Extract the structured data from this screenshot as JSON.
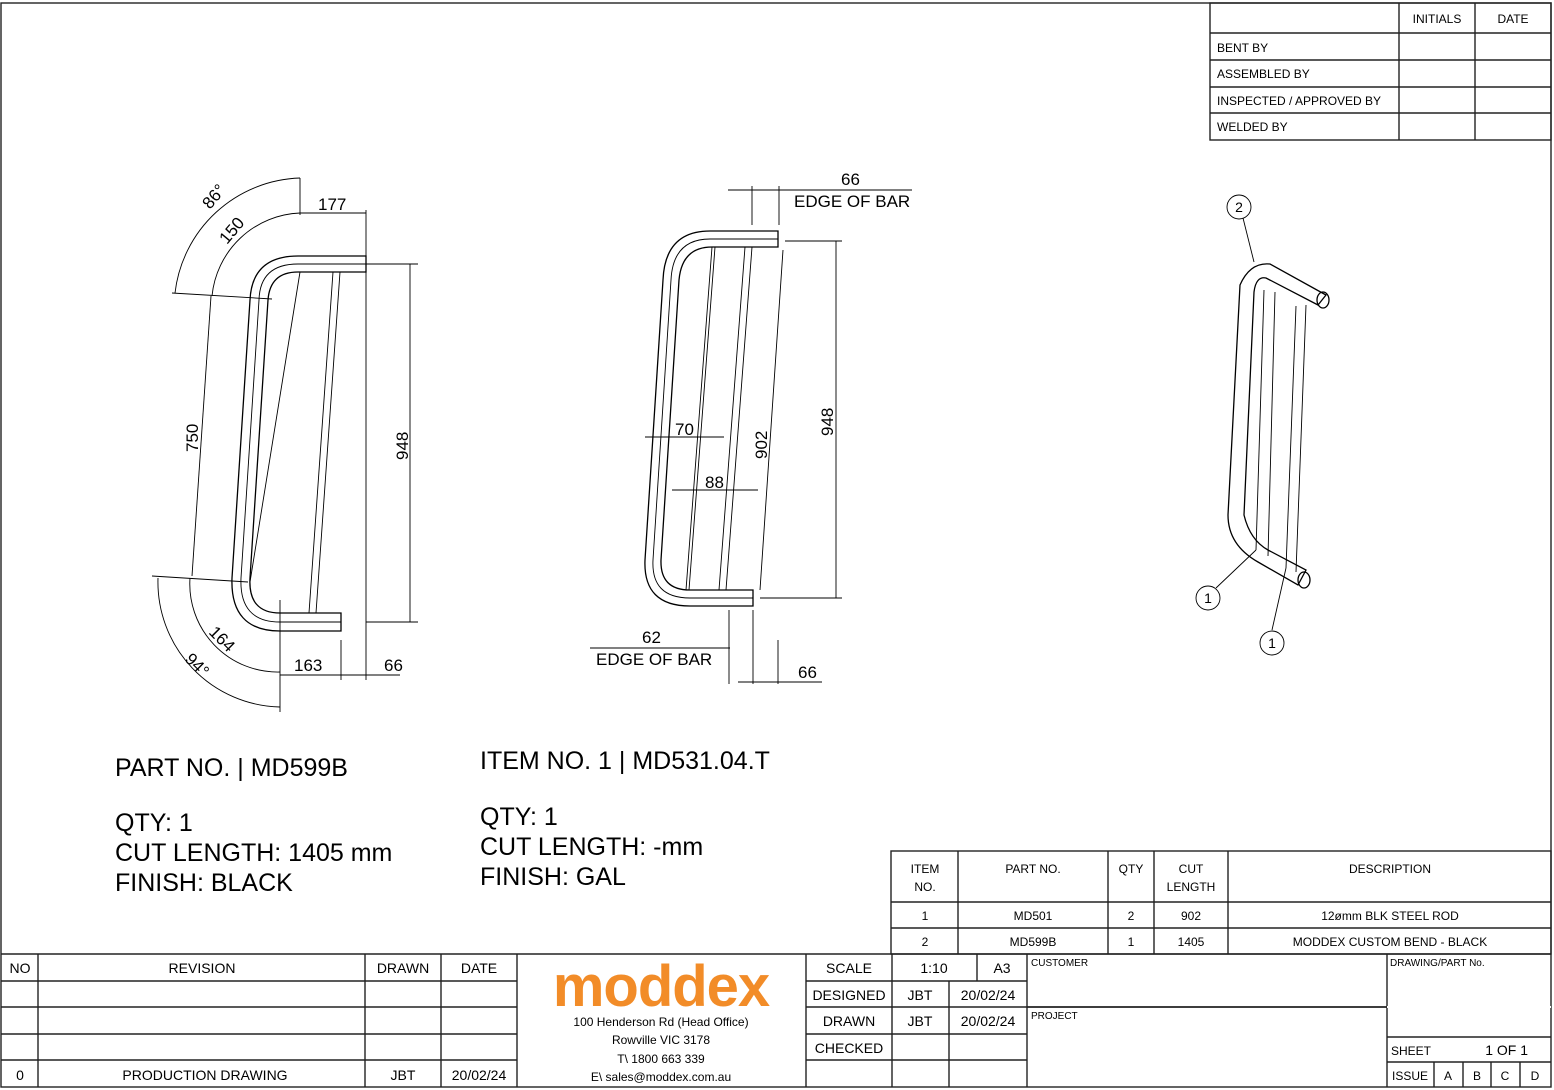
{
  "signoff_table": {
    "headers": [
      "INITIALS",
      "DATE"
    ],
    "rows": [
      "BENT BY",
      "ASSEMBLED BY",
      "INSPECTED / APPROVED BY",
      "WELDED BY"
    ]
  },
  "view_left": {
    "dims": {
      "angle_top": "86°",
      "radius_top": "150",
      "top_length": "177",
      "straight": "750",
      "height": "948",
      "angle_bottom": "94°",
      "radius_bottom": "164",
      "bottom_length": "163",
      "offset": "66"
    }
  },
  "view_mid": {
    "dims": {
      "top_offset": "66",
      "top_edge": "EDGE OF BAR",
      "height": "948",
      "inner": "902",
      "gap1": "70",
      "gap2": "88",
      "bottom_offset": "62",
      "bottom_edge": "EDGE OF BAR",
      "bottom_right": "66"
    }
  },
  "view_iso": {
    "balloons": [
      "2",
      "1",
      "1"
    ]
  },
  "part_info": {
    "part_no": "PART NO.  | MD599B",
    "qty": "QTY: 1",
    "cut_length": "CUT LENGTH: 1405 mm",
    "finish": "FINISH: BLACK"
  },
  "item_info": {
    "item_no": "ITEM NO. 1 | MD531.04.T",
    "qty": "QTY: 1",
    "cut_length": "CUT LENGTH: -mm",
    "finish": "FINISH: GAL"
  },
  "bom": {
    "headers": {
      "item_1": "ITEM",
      "item_2": "NO.",
      "part_no": "PART NO.",
      "qty": "QTY",
      "cut_1": "CUT",
      "cut_2": "LENGTH",
      "description": "DESCRIPTION"
    },
    "rows": [
      {
        "item": "1",
        "part_no": "MD501",
        "qty": "2",
        "cut": "902",
        "description": "12ømm BLK STEEL ROD"
      },
      {
        "item": "2",
        "part_no": "MD599B",
        "qty": "1",
        "cut": "1405",
        "description": "MODDEX CUSTOM BEND - BLACK"
      }
    ]
  },
  "revision": {
    "headers": [
      "NO",
      "REVISION",
      "DRAWN",
      "DATE"
    ],
    "rows": [
      {
        "no": "0",
        "revision": "PRODUCTION DRAWING",
        "drawn": "JBT",
        "date": "20/02/24"
      }
    ]
  },
  "company": {
    "logo": "moddex",
    "brand_color": "#F28C28",
    "address": "100 Henderson Rd (Head Office)",
    "city": "Rowville VIC 3178",
    "phone": "T\\ 1800 663 339",
    "email": "E\\ sales@moddex.com.au"
  },
  "title_block": {
    "scale_label": "SCALE",
    "scale": "1:10",
    "size": "A3",
    "designed_label": "DESIGNED",
    "designed_by": "JBT",
    "designed_date": "20/02/24",
    "drawn_label": "DRAWN",
    "drawn_by": "JBT",
    "drawn_date": "20/02/24",
    "checked_label": "CHECKED",
    "customer_label": "CUSTOMER",
    "project_label": "PROJECT",
    "drawing_no_label": "DRAWING/PART No.",
    "sheet_label": "SHEET",
    "sheet": "1 OF 1",
    "issue_label": "ISSUE",
    "issues": [
      "A",
      "B",
      "C",
      "D"
    ]
  }
}
